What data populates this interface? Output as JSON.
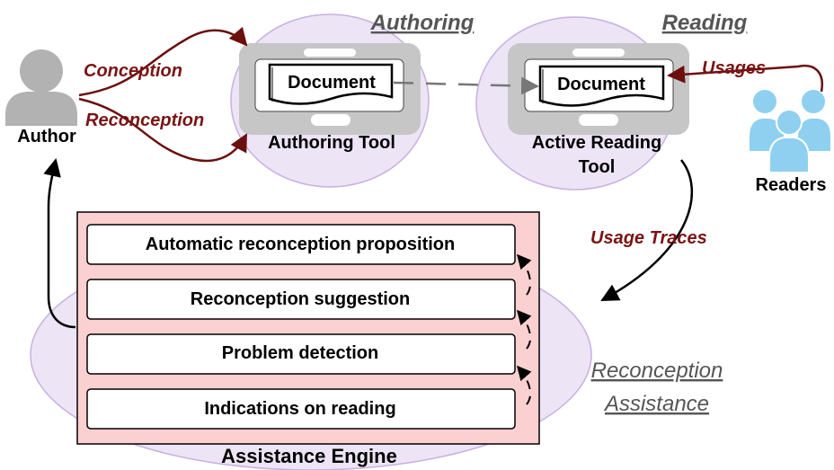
{
  "sections": {
    "authoring": "Authoring",
    "reading": "Reading",
    "reconception_line1": "Reconception",
    "reconception_line2": "Assistance"
  },
  "actors": {
    "author": "Author",
    "readers": "Readers"
  },
  "tools": {
    "authoring_document": "Document",
    "authoring_tool": "Authoring Tool",
    "reading_document": "Document",
    "reading_tool_line1": "Active Reading",
    "reading_tool_line2": "Tool"
  },
  "flows": {
    "conception": "Conception",
    "reconception": "Reconception",
    "usages": "Usages",
    "usage_traces": "Usage Traces"
  },
  "engine": {
    "title": "Assistance Engine",
    "layers": [
      "Automatic reconception proposition",
      "Reconception suggestion",
      "Problem detection",
      "Indications on reading"
    ]
  },
  "colors": {
    "ellipse_fill": "#ede4f6",
    "ellipse_stroke": "#c8b0e0",
    "engine_fill": "#fbd0d0",
    "flow_label": "#7a1414",
    "flow_arrow": "#6b0f0f",
    "section_label": "#555555",
    "device_gray": "#c6c6c6",
    "person_gray": "#b2b2b2",
    "readers_blue": "#8fd0f0"
  },
  "icons": {
    "author": "person-icon",
    "readers": "people-group-icon",
    "device": "tablet-device-icon",
    "document": "document-icon"
  }
}
